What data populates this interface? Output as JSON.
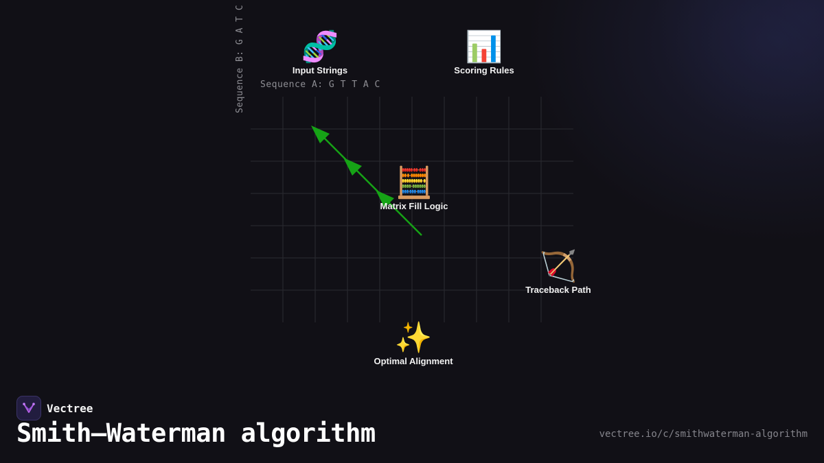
{
  "diagram": {
    "sequence_a_label": "Sequence A: G T T A C",
    "sequence_b_label": "Sequence B: G A T C",
    "nodes": {
      "input_strings": {
        "icon": "dna-icon",
        "glyph": "🧬",
        "label": "Input Strings"
      },
      "scoring_rules": {
        "icon": "bar-chart-icon",
        "glyph": "📊",
        "label": "Scoring Rules"
      },
      "matrix_fill": {
        "icon": "abacus-icon",
        "glyph": "🧮",
        "label": "Matrix Fill Logic"
      },
      "traceback": {
        "icon": "bow-and-arrow-icon",
        "glyph": "🏹",
        "label": "Traceback Path"
      },
      "optimal": {
        "icon": "sparkles-icon",
        "glyph": "✨",
        "label": "Optimal Alignment"
      }
    },
    "traceback_arrow_color": "#16a316",
    "grid_line_color": "#2b2b31"
  },
  "footer": {
    "brand_name": "Vectree",
    "title": "Smith–Waterman algorithm",
    "url": "vectree.io/c/smithwaterman-algorithm"
  },
  "colors": {
    "background": "#111016",
    "logo_accent": "#b45fe6"
  }
}
